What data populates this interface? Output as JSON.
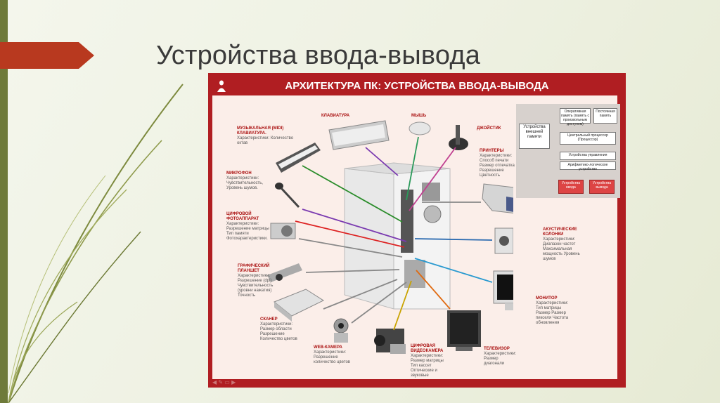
{
  "slide": {
    "title": "Устройства ввода-вывода"
  },
  "poster": {
    "title": "АРХИТЕКТУРА ПК: УСТРОЙСТВА ВВОДА-ВЫВОДА",
    "devices": {
      "midi": {
        "name": "МУЗЫКАЛЬНАЯ (MIDI) КЛАВИАТУРА.",
        "desc": "Характеристики: Количество октав"
      },
      "keyboard": {
        "name": "КЛАВИАТУРА",
        "desc": ""
      },
      "mouse": {
        "name": "МЫШЬ",
        "desc": ""
      },
      "joystick": {
        "name": "ДЖОЙСТИК",
        "desc": ""
      },
      "mic": {
        "name": "МИКРОФОН",
        "desc": "Характеристики: Чувствительность, Уровень шумов."
      },
      "printer": {
        "name": "ПРИНТЕРЫ",
        "desc": "Характеристики: Способ печати Размер отпечатка Разрешение Цветность"
      },
      "camera": {
        "name": "ЦИФРОВОЙ ФОТОАППАРАТ",
        "desc": "Характеристики: Разрешение матрицы Тип памяти Фотохарактеристики."
      },
      "speakers": {
        "name": "АКУСТИЧЕСКИЕ КОЛОНКИ",
        "desc": "Характеристики: Диапазон частот Максимальная мощность Уровень шумов"
      },
      "tablet": {
        "name": "ГРАФИЧЕСКИЙ ПЛАНШЕТ",
        "desc": "Характеристики: Разрешение (dpi) Чувствительность (уровни нажатия) Точность"
      },
      "monitor": {
        "name": "МОНИТОР",
        "desc": "Характеристики: Тип матрицы Размер Размер пикселя Частота обновления"
      },
      "scanner": {
        "name": "СКАНЕР",
        "desc": "Характеристики: Размер области Разрешение Количество цветов"
      },
      "webcam": {
        "name": "WEB-КАМЕРА",
        "desc": "Характеристики: Разрешение количество цветов"
      },
      "camcorder": {
        "name": "ЦИФРОВАЯ ВИДЕОКАМЕРА",
        "desc": "Характеристики: Размер матрицы Тип кассет Оптические и звуковые"
      },
      "tv": {
        "name": "ТЕЛЕВИЗОР",
        "desc": "Характеристики: Размер диагонали"
      }
    },
    "arch": {
      "ram": "Оперативная память (память с произвольным доступом)",
      "rom": "Постоянная память",
      "ext": "Устройства внешней памяти",
      "cpu": "Центральный процессор (Процессор)",
      "ctrl": "Устройства управления",
      "alu": "Арифметико-логическое устройство",
      "input": "Устройства ввода",
      "output": "Устройства вывода"
    }
  }
}
